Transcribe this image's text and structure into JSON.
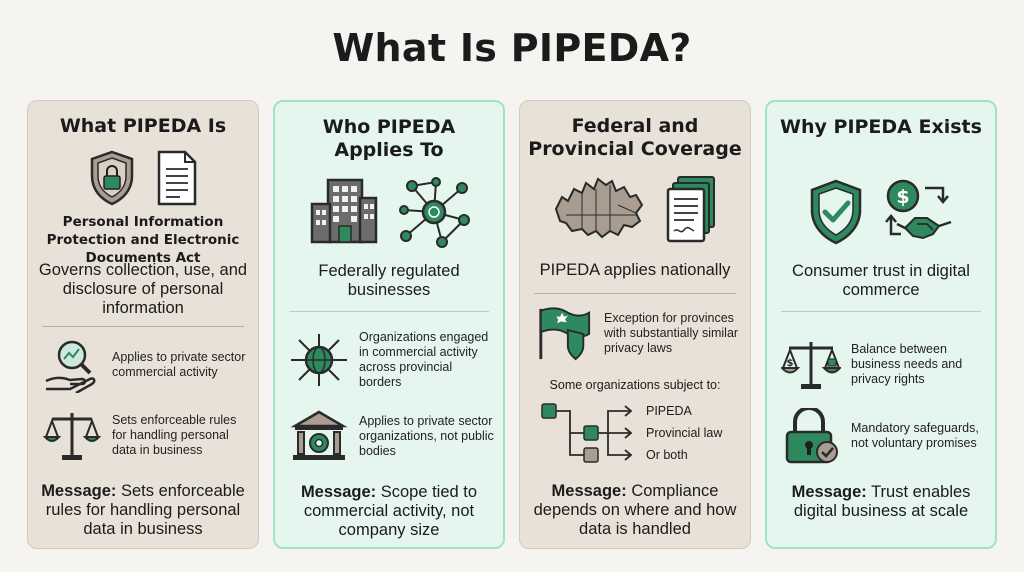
{
  "title": "What Is PIPEDA?",
  "colors": {
    "beige_card": "#e8e1d8",
    "mint_card": "#e5f6ef",
    "accent_green": "#2e8a5e",
    "dark": "#2a2a2a"
  },
  "cards": [
    {
      "title": "What PIPEDA Is",
      "icons": [
        "shield-lock-icon",
        "document-icon"
      ],
      "subtitle": "Personal Information Protection and Electronic Documents Act",
      "lead": "Governs collection, use, and disclosure of personal information",
      "items": [
        {
          "icon": "magnifier-hand-icon",
          "text": "Applies to private sector commercial activity"
        },
        {
          "icon": "scales-icon",
          "text": "Sets enforceable rules for handling personal data in business"
        }
      ],
      "message_label": "Message:",
      "message_text": " Sets enforceable rules for handling personal data in business"
    },
    {
      "title": "Who PIPEDA Applies To",
      "icons": [
        "office-building-icon",
        "network-nodes-icon"
      ],
      "lead": "Federally regulated businesses",
      "items": [
        {
          "icon": "globe-arrows-icon",
          "text": "Organizations engaged in commercial activity across provincial borders"
        },
        {
          "icon": "institution-gear-icon",
          "text": "Applies to private sector organizations, not public bodies"
        }
      ],
      "message_label": "Message:",
      "message_text": " Scope tied to commercial activity, not company size"
    },
    {
      "title": "Federal and Provincial Coverage",
      "icons": [
        "canada-map-icon",
        "documents-stack-icon"
      ],
      "lead": "PIPEDA applies nationally",
      "items": [
        {
          "icon": "flag-shield-icon",
          "text": "Exception for provinces with substantially similar privacy laws"
        }
      ],
      "tree_intro": "Some organizations subject to:",
      "tree_options": [
        "PIPEDA",
        "Provincial law",
        "Or both"
      ],
      "message_label": "Message:",
      "message_text": " Compliance depends on where and how data is handled"
    },
    {
      "title": "Why PIPEDA Exists",
      "icons": [
        "shield-check-icon",
        "money-handshake-icon"
      ],
      "lead": "Consumer trust in digital commerce",
      "items": [
        {
          "icon": "scales-dollar-lock-icon",
          "text": "Balance between business needs and privacy rights"
        },
        {
          "icon": "padlock-check-icon",
          "text": "Mandatory safeguards, not voluntary promises"
        }
      ],
      "message_label": "Message:",
      "message_text": " Trust enables digital business at scale"
    }
  ]
}
